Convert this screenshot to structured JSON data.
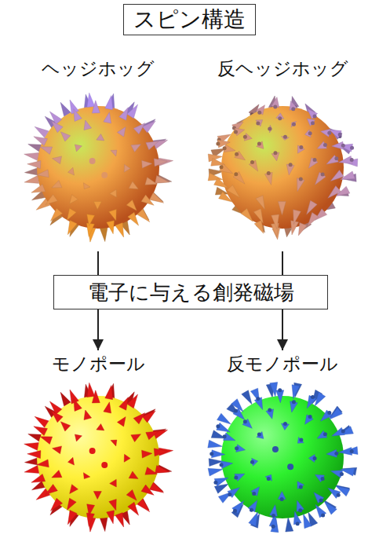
{
  "diagram": {
    "title": "スピン構造",
    "nodes": [
      {
        "text": [
          "ヘッジホッグ"
        ]
      },
      {
        "text": [
          "反ヘッジホッグ"
        ]
      },
      {
        "text": [
          "電子に与える創発磁場"
        ]
      },
      {
        "text": [
          "モノポール"
        ]
      },
      {
        "text": [
          "反モノポール"
        ]
      }
    ],
    "edges": [
      {
        "from": 0,
        "to": 2,
        "arrow": "none"
      },
      {
        "from": 1,
        "to": 2,
        "arrow": "none"
      },
      {
        "from": 2,
        "to": 3,
        "arrow": "to"
      },
      {
        "from": 2,
        "to": 4,
        "arrow": "to"
      }
    ]
  }
}
